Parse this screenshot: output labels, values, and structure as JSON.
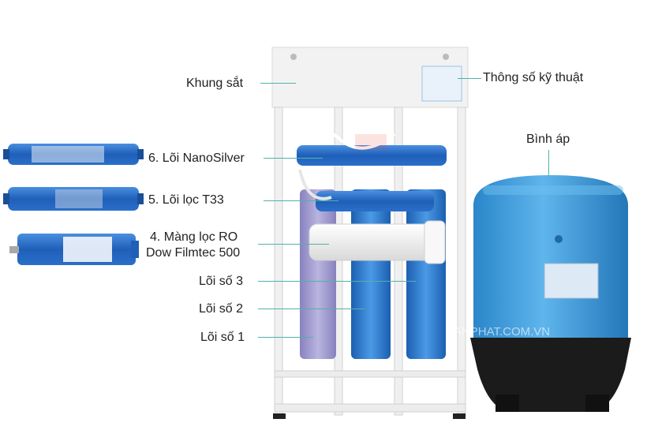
{
  "labels": {
    "khung_sat": "Khung sắt",
    "thong_so": "Thông số kỹ thuật",
    "binh_ap": "Bình áp",
    "nanosilver": "6. Lõi NanoSilver",
    "t33": "5. Lõi lọc T33",
    "ro_line1": "4. Màng lọc RO",
    "ro_line2": "Dow Filmtec 500",
    "loi3": "Lõi số 3",
    "loi2": "Lõi số 2",
    "loi1": "Lõi số 1"
  },
  "watermark": "VANPHAT.COM.VN",
  "colors": {
    "frame": "#f3f3f3",
    "blue_housing": "#2f7fd0",
    "tank_blue": "#3a9ad8",
    "tank_base": "#1c1c1c",
    "leader": "#4fb3a6"
  }
}
